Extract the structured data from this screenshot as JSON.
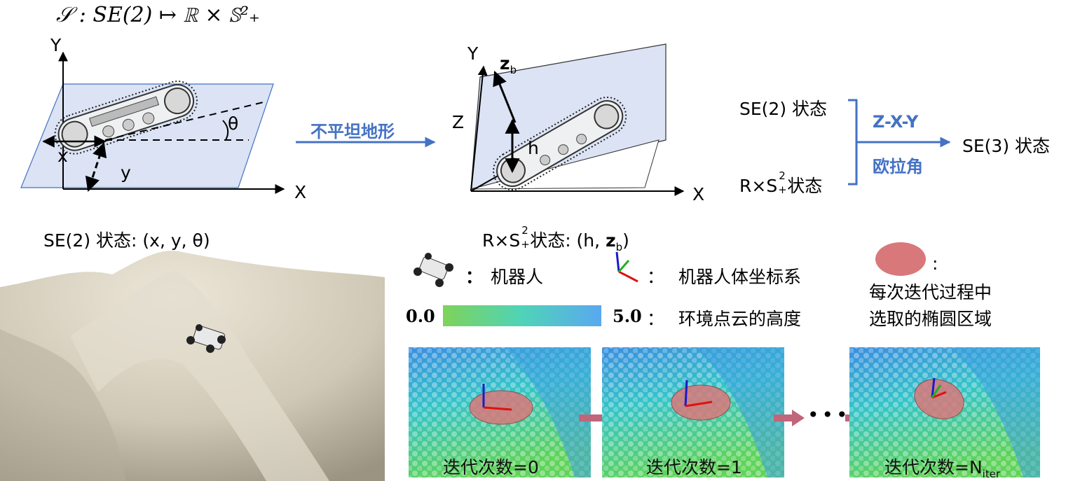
{
  "formula": {
    "text": "𝒮 : SE(2) ↦ ℝ × 𝕊²₊"
  },
  "left_diagram": {
    "y_axis": "Y",
    "x_axis": "X",
    "theta": "θ",
    "x_label": "x",
    "y_label": "y"
  },
  "transition_label": "不平坦地形",
  "right_diagram": {
    "y_axis": "Y",
    "z_axis": "Z",
    "x_axis": "X",
    "zb_label": "z",
    "zb_sub": "b",
    "h_label": "h"
  },
  "euler": {
    "se2_state": "SE(2) 状态",
    "rs2_prefix": "R×S",
    "rs2_sup": "2",
    "rs2_sub": "+",
    "rs2_suffix": "状态",
    "top_label": "Z-X-Y",
    "bottom_label": "欧拉角",
    "se3_state": "SE(3) 状态"
  },
  "captions": {
    "se2": "SE(2) 状态: (x, y, θ)",
    "rs2_prefix": "R×S",
    "rs2_sup": "2",
    "rs2_sub": "+",
    "rs2_suffix": "状态: (h, ",
    "rs2_zb": "z",
    "rs2_zb_sub": "b",
    "rs2_close": ")"
  },
  "legend": {
    "robot_colon": "：",
    "robot": "机器人",
    "frame_colon": "：",
    "frame": "机器人体坐标系",
    "ellipse_colon": ":",
    "ellipse_line1": "每次迭代过程中",
    "ellipse_line2": "选取的椭圆区域",
    "cbar_min": "0.0",
    "cbar_max": "5.0",
    "cbar_colon": "：",
    "cbar_label": "环境点云的高度"
  },
  "iterations": {
    "labels": [
      "迭代次数=0",
      "迭代次数=1",
      "迭代次数=N"
    ],
    "last_sub": "iter",
    "ellipsis": "•••"
  },
  "colors": {
    "plane_fill": "#dbe3f4",
    "arrow_blue": "#4472c4",
    "iter_arrow": "#c0657a",
    "terrain": "#c9c2b2",
    "ellipse": "#d9787a"
  }
}
